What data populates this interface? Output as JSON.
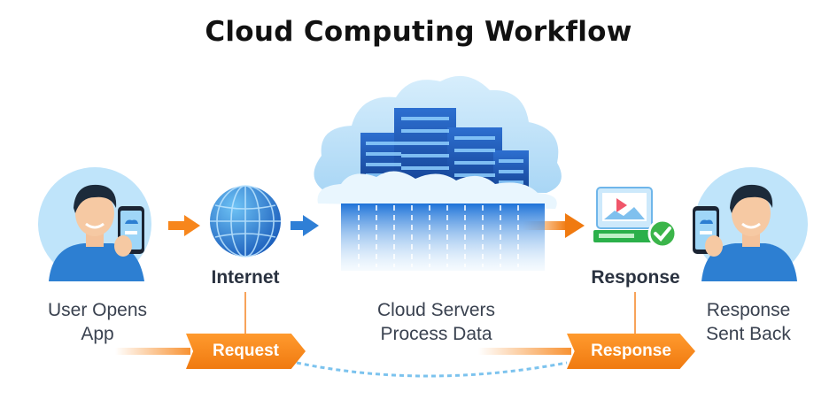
{
  "title": "Cloud Computing Workflow",
  "nodes": {
    "user": {
      "caption_line1": "User Opens",
      "caption_line2": "App"
    },
    "internet": {
      "label": "Internet"
    },
    "cloud": {
      "caption_line1": "Cloud Servers",
      "caption_line2": "Process Data"
    },
    "response_device": {
      "label": "Response"
    },
    "receiver": {
      "caption_line1": "Response",
      "caption_line2": "Sent Back"
    }
  },
  "badges": {
    "request": "Request",
    "response": "Response"
  },
  "icons": [
    "person-with-phone-icon",
    "globe-icon",
    "server-cloud-icon",
    "monitor-check-icon",
    "person-with-phone-icon"
  ],
  "colors": {
    "accent_orange": "#f7861c",
    "accent_blue": "#2f7fd6",
    "connector_dashed": "#7cc3ee",
    "check_green": "#3bb54a"
  }
}
